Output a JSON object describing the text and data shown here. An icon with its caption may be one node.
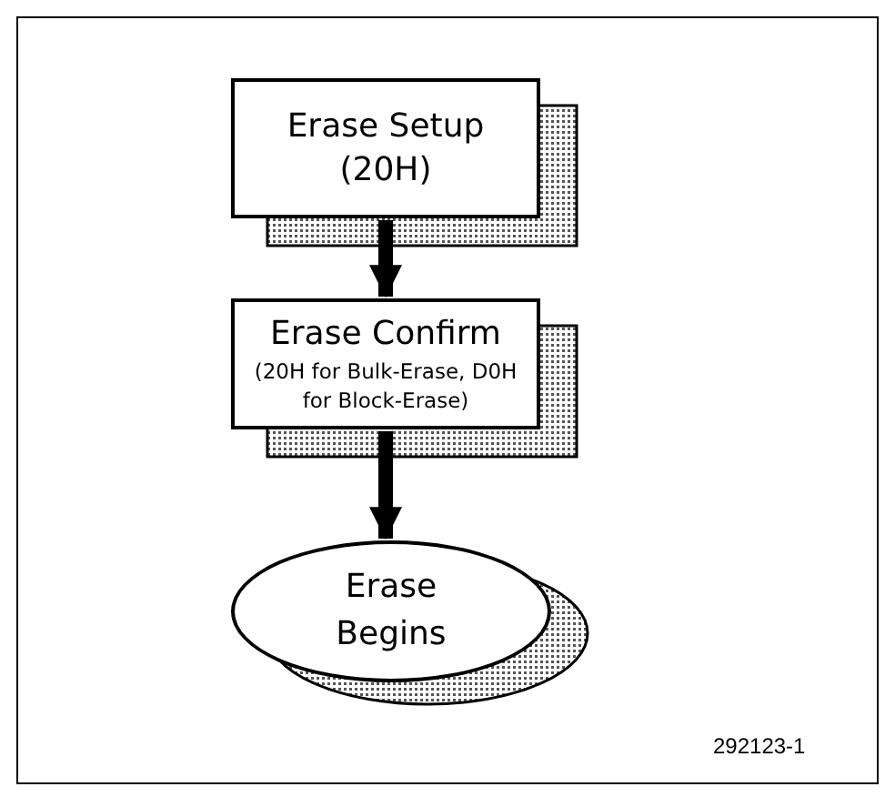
{
  "diagram": {
    "nodes": [
      {
        "text": [
          "Erase Setup",
          "(20H)"
        ]
      },
      {
        "text": [
          "Erase Confirm",
          "(20H for Bulk-Erase, D0H for Block-Erase)"
        ]
      },
      {
        "text": [
          "Erase Begins"
        ]
      }
    ],
    "edges": [
      {
        "from": 0,
        "to": 1,
        "arrow": "to"
      },
      {
        "from": 1,
        "to": 2,
        "arrow": "to"
      }
    ],
    "labels": [
      "292123-1"
    ]
  }
}
